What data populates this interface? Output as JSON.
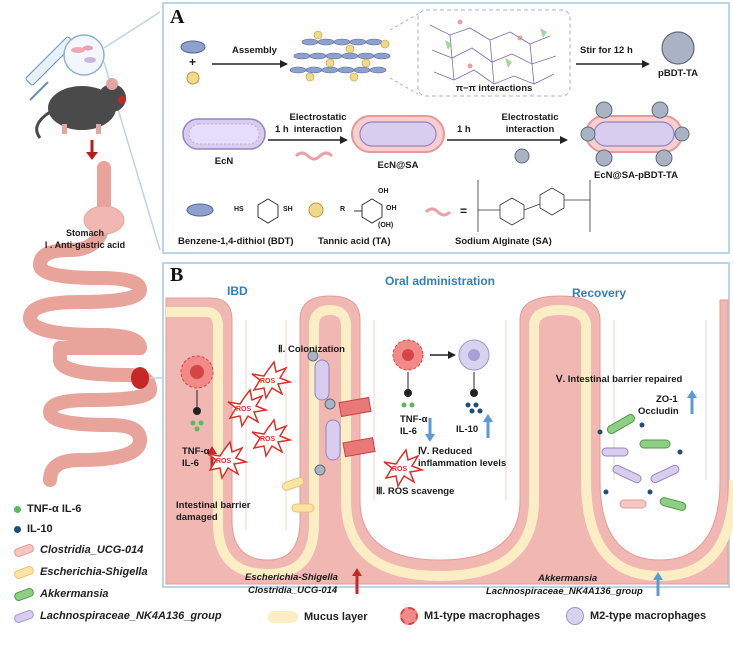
{
  "left": {
    "stomach_label": "Stomach",
    "stomach_step": "I . Anti-gastric acid"
  },
  "legend": {
    "tnf": "TNF-α IL-6",
    "il10": "IL-10",
    "bact1": "Clostridia_UCG-014",
    "bact2": "Escherichia-Shigella",
    "bact3": "Akkermansia",
    "bact4": "Lachnospiraceae_NK4A136_group"
  },
  "bottom_legend": {
    "mucus": "Mucus layer",
    "m1": "M1-type macrophages",
    "m2": "M2-type macrophages"
  },
  "panelA": {
    "letter": "A",
    "assembly": "Assembly",
    "pi": "π−π interactions",
    "stir": "Stir for 12 h",
    "pbdt": "pBDT-TA",
    "ecn": "EcN",
    "one_h_1": "1 h",
    "elec_1": "Electrostatic",
    "inter_1": "interaction",
    "ecnsa": "EcN@SA",
    "one_h_2": "1 h",
    "elec_2": "Electrostatic",
    "inter_2": "interaction",
    "final": "EcN@SA-pBDT-TA",
    "bdt_name": "Benzene-1,4-dithiol (BDT)",
    "ta_name": "Tannic acid (TA)",
    "sa_name": "Sodium Alginate (SA)",
    "hs": "HS",
    "sh": "SH",
    "r": "R",
    "oh1": "OH",
    "oh2": "OH",
    "oh3": "(OH)",
    "plus": "+",
    "equals": "="
  },
  "panelB": {
    "letter": "B",
    "ibd": "IBD",
    "oral": "Oral administration",
    "recovery": "Recovery",
    "colonization": "Ⅱ. Colonization",
    "ros": "ROS",
    "tnf_left": "TNF-α",
    "il6_left": "IL-6",
    "barrier_damaged_1": "Intestinal barrier",
    "barrier_damaged_2": "damaged",
    "tnf_mid": "TNF-α",
    "il6_mid": "IL-6",
    "il10_mid": "IL-10",
    "reduced_1": "Ⅳ. Reduced",
    "reduced_2": "inflammation  levels",
    "ros_scav": "Ⅲ. ROS scavenge",
    "repaired": "Ⅴ. Intestinal barrier repaired",
    "zo1": "ZO-1",
    "occludin": "Occludin",
    "esch": "Escherichia-Shigella",
    "clos": "Clostridia_UCG-014",
    "akk": "Akkermansia",
    "lach": "Lachnospiraceae_NK4A136_group"
  },
  "colors": {
    "panel_border": "#bcd4ea",
    "tissue": "#f1b7b3",
    "mucus": "#fbeec5",
    "ros_red": "#d9312b",
    "up_red": "#c62828",
    "down_blue": "#5b9bd5",
    "il10_blue": "#1f4e79",
    "tnf_green": "#5cb85c"
  }
}
